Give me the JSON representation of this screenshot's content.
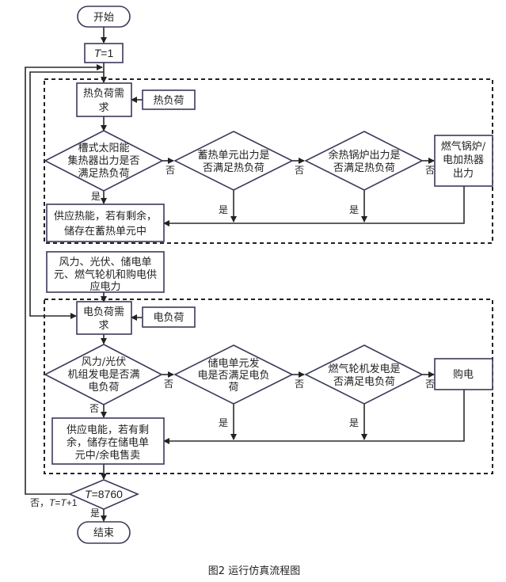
{
  "nodes": {
    "start": "开始",
    "init": {
      "var": "T",
      "rest": "=1"
    },
    "heat_demand": [
      "热负荷需",
      "求"
    ],
    "heat_load": "热负荷",
    "heat_d1": [
      "槽式太阳能",
      "集热器出力是否",
      "满足热负荷"
    ],
    "heat_d2": [
      "蓄热单元出力是",
      "否满足热负荷"
    ],
    "heat_d3": [
      "余热锅炉出力是",
      "否满足热负荷"
    ],
    "heat_backup": [
      "燃气锅炉/",
      "电加热器",
      "出力"
    ],
    "heat_supply": [
      "供应热能，若有剩余，",
      "储存在蓄热单元中"
    ],
    "power_sources": [
      "风力、光伏、储电单",
      "元、燃气轮机和购电供",
      "应电力"
    ],
    "elec_demand": [
      "电负荷需",
      "求"
    ],
    "elec_load": "电负荷",
    "elec_d1": [
      "风力/光伏",
      "机组发电是否满",
      "电负荷"
    ],
    "elec_d2": [
      "储电单元发",
      "电是否满足电负",
      "荷"
    ],
    "elec_d3": [
      "燃气轮机发电是",
      "否满足电负荷"
    ],
    "elec_buy": "购电",
    "elec_supply": [
      "供应电能，若有剩",
      "余，储存在储电单",
      "元中/余电售卖"
    ],
    "loop_check": {
      "var": "T",
      "rest": "=8760"
    },
    "end": "结束"
  },
  "labels": {
    "yes": "是",
    "no": "否",
    "loop_no_prefix": "否，",
    "loop_increment": {
      "var1": "T",
      "mid": "=",
      "var2": "T",
      "rest": "+1"
    }
  },
  "caption": "图2 运行仿真流程图"
}
